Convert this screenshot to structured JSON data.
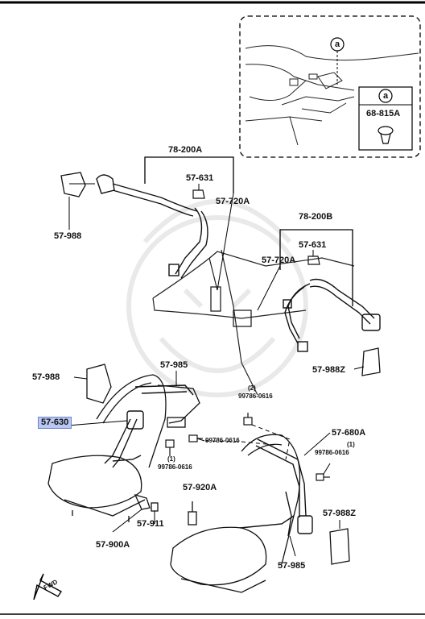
{
  "callout": {
    "letter": "a",
    "part": "68-815A"
  },
  "labels": {
    "l78200a": "78-200A",
    "l57631a": "57-631",
    "l57720a_top": "57-720A",
    "l57988_top": "57-988",
    "l78200b": "78-200B",
    "l57631b": "57-631",
    "l57720a_mid": "57-720A",
    "l57988z_right": "57-988Z",
    "l57988_left": "57-988",
    "l57985_top": "57-985",
    "l57630": "57-630",
    "l99786_a": "99786-0616",
    "l2_a": "(2)",
    "l99786_b": "99786-0616",
    "l99786_c": "99786-0616",
    "l1_c": "(1)",
    "l57680a": "57-680A",
    "l1_d": "(1)",
    "l99786_d": "99786-0616",
    "l57920a": "57-920A",
    "l57911": "57-911",
    "l57900a": "57-900A",
    "l57988z_bottom": "57-988Z",
    "l57985_bottom": "57-985",
    "fwd": "FWD"
  }
}
